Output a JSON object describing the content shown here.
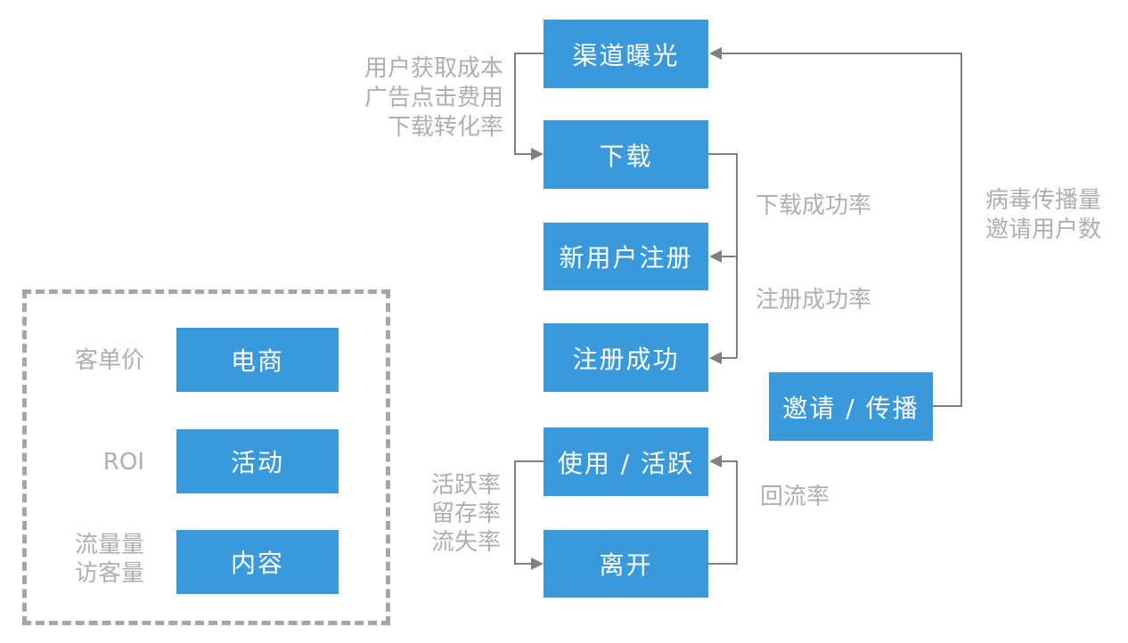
{
  "funnel": {
    "nodes": [
      {
        "id": "channel-exposure",
        "label": "渠道曝光"
      },
      {
        "id": "download",
        "label": "下载"
      },
      {
        "id": "new-user-register",
        "label": "新用户注册"
      },
      {
        "id": "register-success",
        "label": "注册成功"
      },
      {
        "id": "invite-spread",
        "label": "邀请 / 传播"
      },
      {
        "id": "use-active",
        "label": "使用 / 活跃"
      },
      {
        "id": "leave",
        "label": "离开"
      }
    ],
    "metrics": {
      "acquisition_lines": [
        "用户获取成本",
        "广告点击费用",
        "下载转化率"
      ],
      "download_success": "下载成功率",
      "register_success": "注册成功率",
      "viral_lines": [
        "病毒传播量",
        "邀请用户数"
      ],
      "engagement_lines": [
        "活跃率",
        "留存率",
        "流失率"
      ],
      "return_rate": "回流率"
    }
  },
  "business_panel": {
    "rows": [
      {
        "metric_lines": [
          "客单价"
        ],
        "node": "电商"
      },
      {
        "metric_lines": [
          "ROI"
        ],
        "node": "活动"
      },
      {
        "metric_lines": [
          "流量量",
          "访客量"
        ],
        "node": "内容"
      }
    ]
  },
  "colors": {
    "node_blue": "#3A99DA",
    "node_text": "#FFFFFF",
    "label_gray": "#AFAFAF",
    "line_gray": "#7F7F7F",
    "dashed_border_gray": "#A6A6A6"
  }
}
